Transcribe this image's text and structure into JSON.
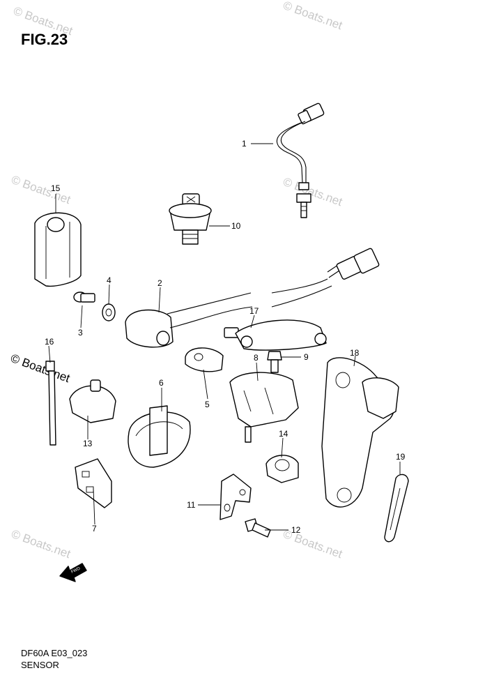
{
  "figure": {
    "title": "FIG.23",
    "code": "DF60A E03_023",
    "section": "SENSOR"
  },
  "watermark": {
    "text": "© Boats.net"
  },
  "fwd_arrow": {
    "label": "FWD"
  },
  "callouts": [
    {
      "id": "c1",
      "label": "1"
    },
    {
      "id": "c2",
      "label": "2"
    },
    {
      "id": "c3",
      "label": "3"
    },
    {
      "id": "c4",
      "label": "4"
    },
    {
      "id": "c5",
      "label": "5"
    },
    {
      "id": "c6",
      "label": "6"
    },
    {
      "id": "c7",
      "label": "7"
    },
    {
      "id": "c8",
      "label": "8"
    },
    {
      "id": "c9",
      "label": "9"
    },
    {
      "id": "c10",
      "label": "10"
    },
    {
      "id": "c11",
      "label": "11"
    },
    {
      "id": "c12",
      "label": "12"
    },
    {
      "id": "c13",
      "label": "13"
    },
    {
      "id": "c14",
      "label": "14"
    },
    {
      "id": "c15",
      "label": "15"
    },
    {
      "id": "c16",
      "label": "16"
    },
    {
      "id": "c17",
      "label": "17"
    },
    {
      "id": "c18",
      "label": "18"
    },
    {
      "id": "c19",
      "label": "19"
    }
  ]
}
